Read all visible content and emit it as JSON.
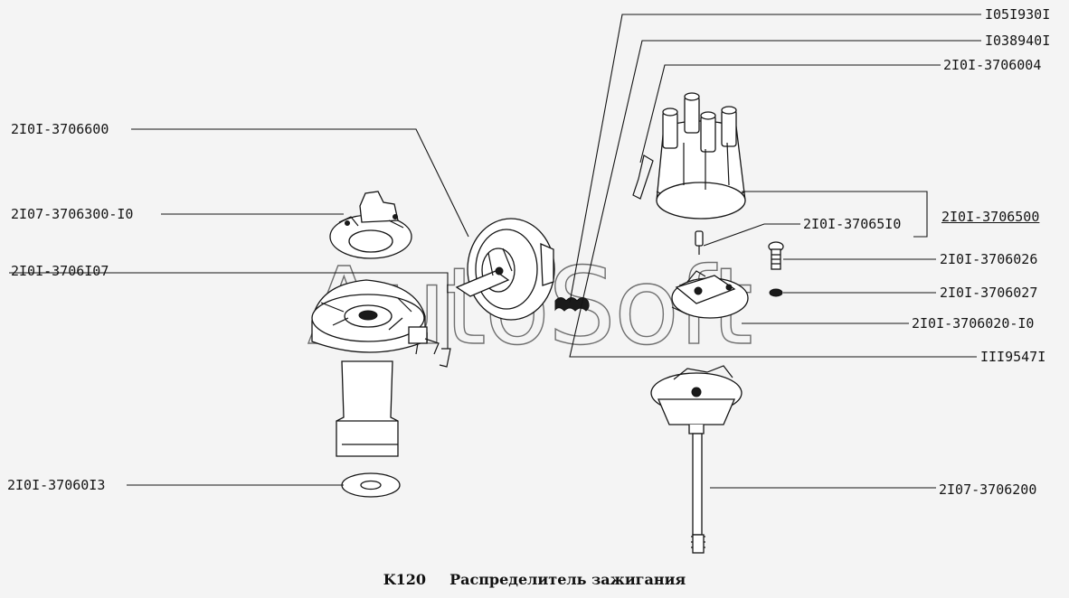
{
  "figure": {
    "code": "K120",
    "caption": "Распределитель зажигания"
  },
  "watermark": "AutoSoft",
  "labels": {
    "l_0519301": "I05I930I",
    "l_0389401": "I038940I",
    "l_3706004": "2I0I-3706004",
    "l_3706600": "2I0I-3706600",
    "l_3706300": "2I07-3706300-I0",
    "l_3706500": "2I0I-3706500",
    "l_3706510": "2I0I-37065I0",
    "l_3706107": "2I0I-3706I07",
    "l_3706026": "2I0I-3706026",
    "l_3706027": "2I0I-3706027",
    "l_3706020": "2I0I-3706020-I0",
    "l_1119547": "III9547I",
    "l_3706013": "2I0I-37060I3",
    "l_3706200": "2I07-3706200"
  }
}
